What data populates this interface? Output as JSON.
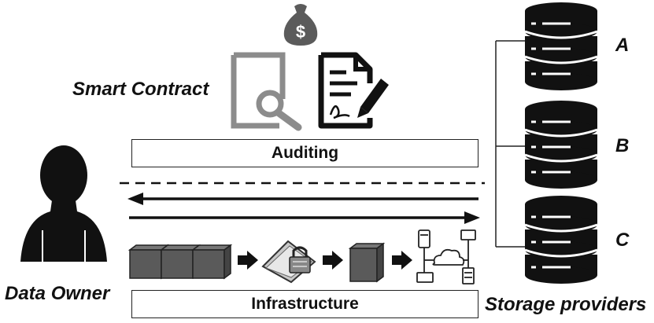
{
  "labels": {
    "smart_contract": "Smart Contract",
    "auditing": "Auditing",
    "data_owner": "Data Owner",
    "infrastructure": "Infrastructure",
    "storage_providers": "Storage providers"
  },
  "providers": [
    {
      "name": "A"
    },
    {
      "name": "B"
    },
    {
      "name": "C"
    }
  ],
  "icons": {
    "money_bag": "money-bag-icon",
    "document_search": "document-search-icon",
    "contract_sign": "contract-sign-icon",
    "person": "person-icon",
    "database": "database-icon",
    "data_blocks": "data-blocks-icon",
    "encryption": "encryption-lock-icon",
    "network": "cloud-network-icon"
  },
  "colors": {
    "dark": "#111111",
    "gray_icon": "#8c8c8c",
    "block_fill": "#5a5a5a"
  }
}
